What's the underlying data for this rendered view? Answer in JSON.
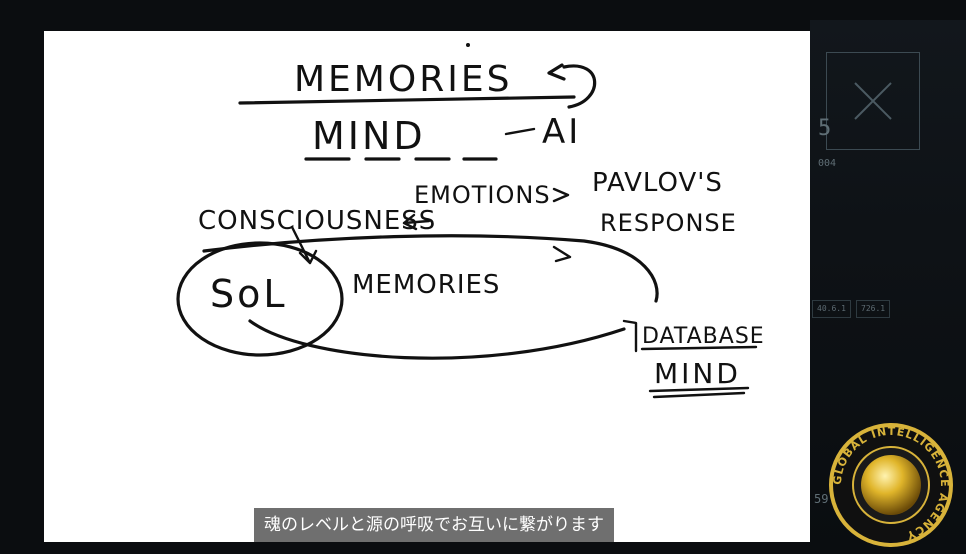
{
  "whiteboard": {
    "heading": "MEMORIES",
    "subheading": "MIND",
    "ai": "AI",
    "emotions": "EMOTIONS",
    "pavlovs": "PAVLOV'S",
    "response": "RESPONSE",
    "consciousness": "CONSCIOUSNESS",
    "soul": "SoL",
    "memories": "MEMORIES",
    "database": "DATABASE",
    "mind2": "MIND"
  },
  "subtitle": "魂のレベルと源の呼吸でお互いに繋がります",
  "hud": {
    "number": "5",
    "code": "004",
    "chip1": "40.6.1",
    "chip2": "726.1",
    "side_number": "59"
  },
  "logo": {
    "text": "GLOBAL INTELLIGENCE AGENCY",
    "ring_color": "#c9a227",
    "orb_color": "#e0b52a"
  }
}
